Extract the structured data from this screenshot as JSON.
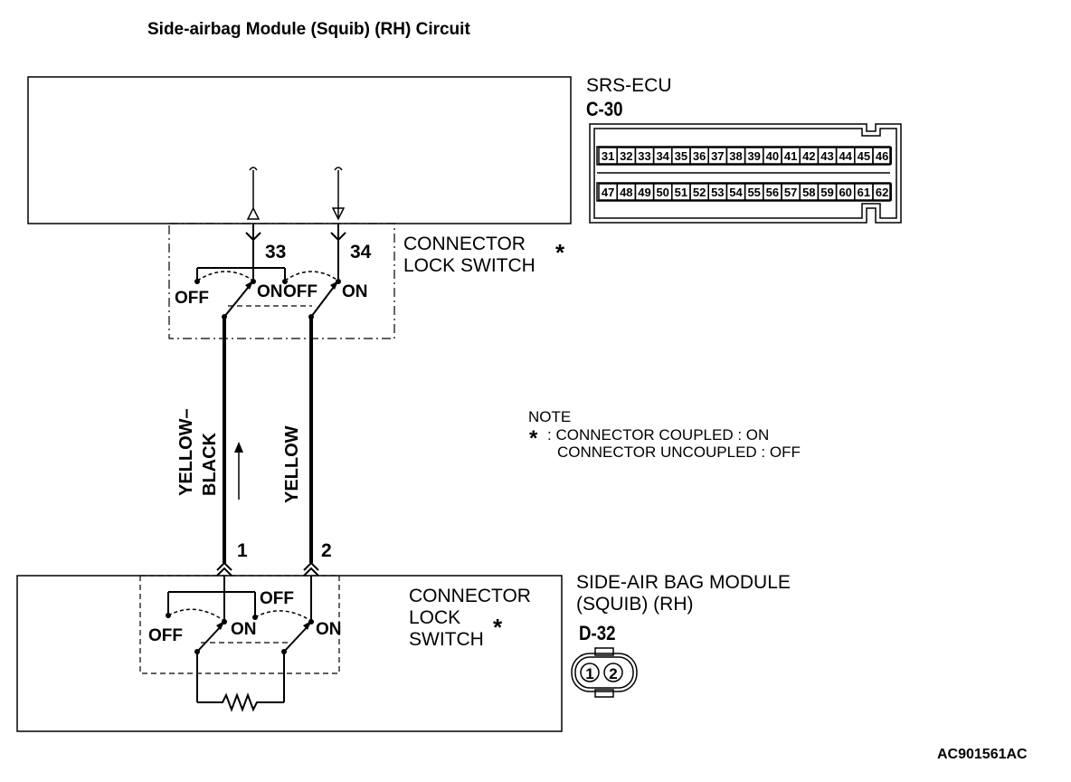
{
  "title": "Side-airbag Module (Squib) (RH) Circuit",
  "ecu": {
    "name": "SRS-ECU",
    "connector": "C-30",
    "row1": [
      "31",
      "32",
      "33",
      "34",
      "35",
      "36",
      "37",
      "38",
      "39",
      "40",
      "41",
      "42",
      "43",
      "44",
      "45",
      "46"
    ],
    "row2": [
      "47",
      "48",
      "49",
      "50",
      "51",
      "52",
      "53",
      "54",
      "55",
      "56",
      "57",
      "58",
      "59",
      "60",
      "61",
      "62"
    ]
  },
  "ecu_switch": {
    "label_line1": "CONNECTOR",
    "label_line2": "LOCK SWITCH",
    "asterisk": "*",
    "pin_a": "33",
    "pin_b": "34",
    "off_a": "OFF",
    "on_a": "ON",
    "off_b": "OFF",
    "on_b": "ON"
  },
  "wires": {
    "left_color_line1": "YELLOW–",
    "left_color_line2": "BLACK",
    "right_color": "YELLOW",
    "pin_left": "1",
    "pin_right": "2"
  },
  "note": {
    "heading": "NOTE",
    "asterisk": "*",
    "line1": ": CONNECTOR COUPLED : ON",
    "line2": "CONNECTOR UNCOUPLED : OFF"
  },
  "module": {
    "name_line1": "SIDE-AIR BAG MODULE",
    "name_line2": "(SQUIB) (RH)",
    "connector": "D-32",
    "pin1": "1",
    "pin2": "2",
    "switch_line1": "CONNECTOR",
    "switch_line2": "LOCK",
    "switch_line3": "SWITCH",
    "asterisk": "*",
    "off_top": "OFF",
    "off_left": "OFF",
    "on_a": "ON",
    "on_b": "ON"
  },
  "figure_code": "AC901561AC"
}
